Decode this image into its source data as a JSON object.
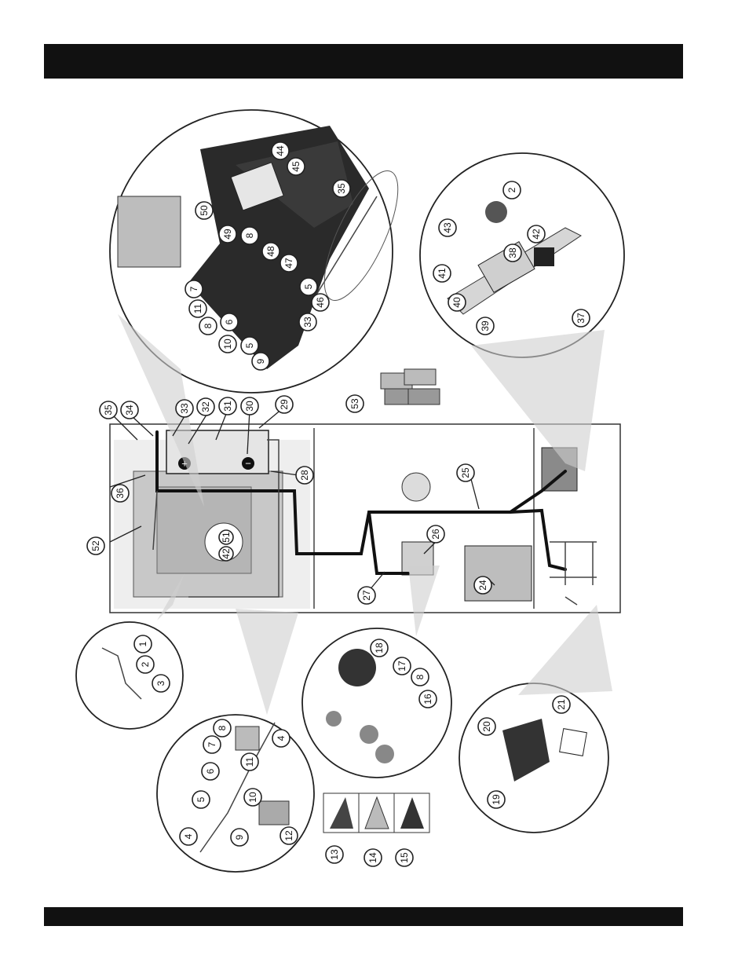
{
  "colors": {
    "bar": "#111111",
    "line": "#222222",
    "background": "#ffffff"
  },
  "header": {
    "text": ""
  },
  "footer": {
    "text": ""
  },
  "callouts": [
    "1",
    "2",
    "3",
    "4",
    "5",
    "6",
    "7",
    "8",
    "9",
    "10",
    "11",
    "12",
    "13",
    "14",
    "15",
    "16",
    "17",
    "18",
    "19",
    "20",
    "21",
    "24",
    "25",
    "26",
    "27",
    "28",
    "29",
    "30",
    "31",
    "32",
    "33",
    "34",
    "35",
    "36",
    "37",
    "38",
    "39",
    "40",
    "41",
    "42",
    "43",
    "44",
    "45",
    "46",
    "47",
    "48",
    "49",
    "50",
    "51",
    "52",
    "53"
  ],
  "battery_symbols": {
    "plus": "+",
    "minus": "−"
  }
}
